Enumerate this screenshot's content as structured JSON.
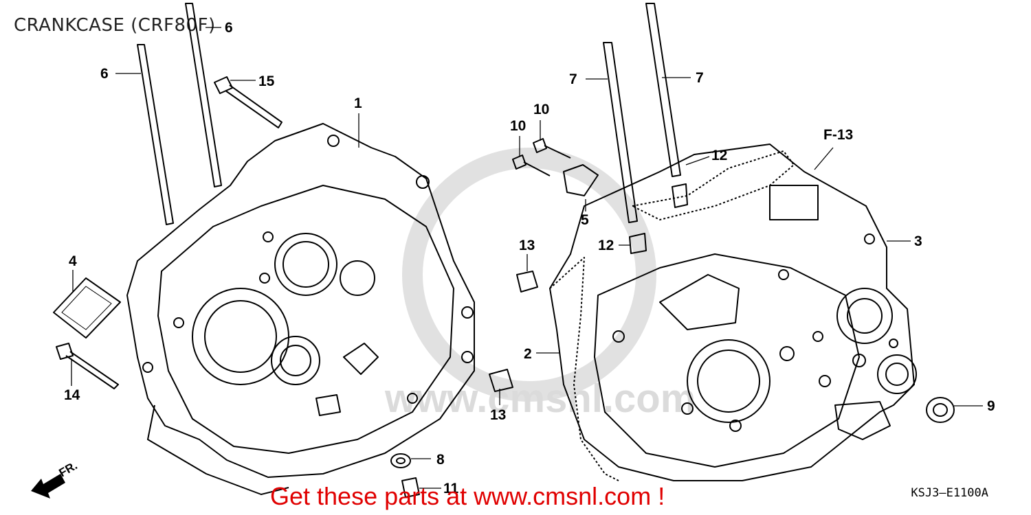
{
  "title": "CRANKCASE (CRF80F)",
  "diagram_ref": "KSJ3—E1100A",
  "promo": "Get these parts at www.cmsnl.com !",
  "front_arrow_label": "FR.",
  "section_ref": "F-13",
  "watermark": "www.cmsnl.com",
  "callouts": {
    "p1": "1",
    "p2": "2",
    "p3": "3",
    "p4": "4",
    "p5": "5",
    "p6a": "6",
    "p6b": "6",
    "p7a": "7",
    "p7b": "7",
    "p8": "8",
    "p9": "9",
    "p10a": "10",
    "p10b": "10",
    "p11": "11",
    "p12a": "12",
    "p12b": "12",
    "p13a": "13",
    "p13b": "13",
    "p14": "14",
    "p15": "15"
  },
  "colors": {
    "line": "#000000",
    "promo": "#e00000",
    "watermark": "#d8d8d8"
  }
}
